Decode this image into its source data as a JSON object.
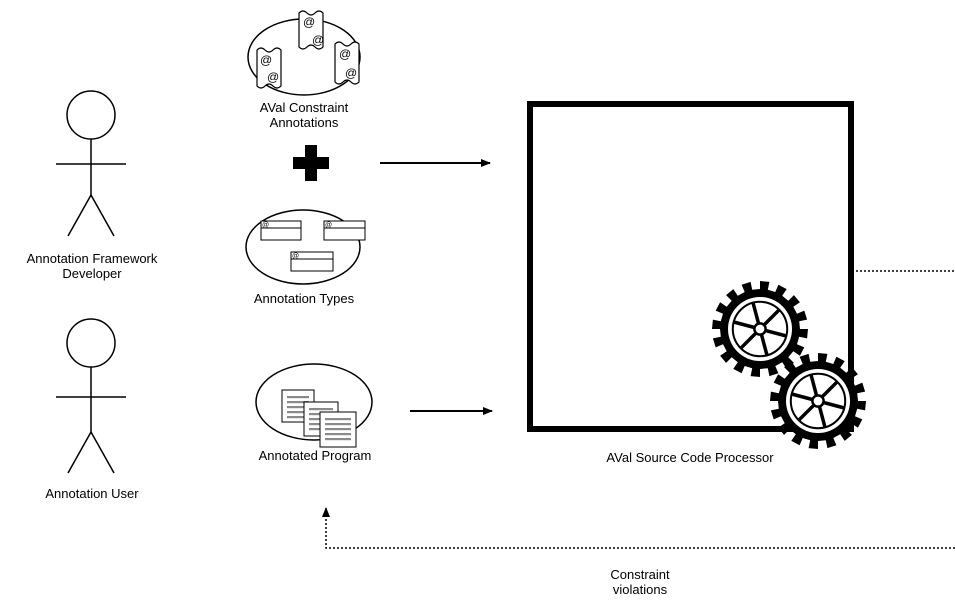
{
  "actors": {
    "developer": {
      "line1": "Annotation Framework",
      "line2": "Developer"
    },
    "user": {
      "label": "Annotation User"
    }
  },
  "artifacts": {
    "constraint_annotations": {
      "line1": "AVal Constraint",
      "line2": "Annotations",
      "icon": "@"
    },
    "annotation_types": {
      "label": "Annotation Types",
      "icon": "@"
    },
    "annotated_program": {
      "label": "Annotated Program"
    }
  },
  "processor": {
    "label": "AVal Source Code Processor"
  },
  "feedback": {
    "line1": "Constraint",
    "line2": "violations"
  },
  "colors": {
    "stroke": "#000000",
    "background": "#ffffff",
    "document_line": "#8a8a8a",
    "document_fill": "#e6e6e6"
  }
}
